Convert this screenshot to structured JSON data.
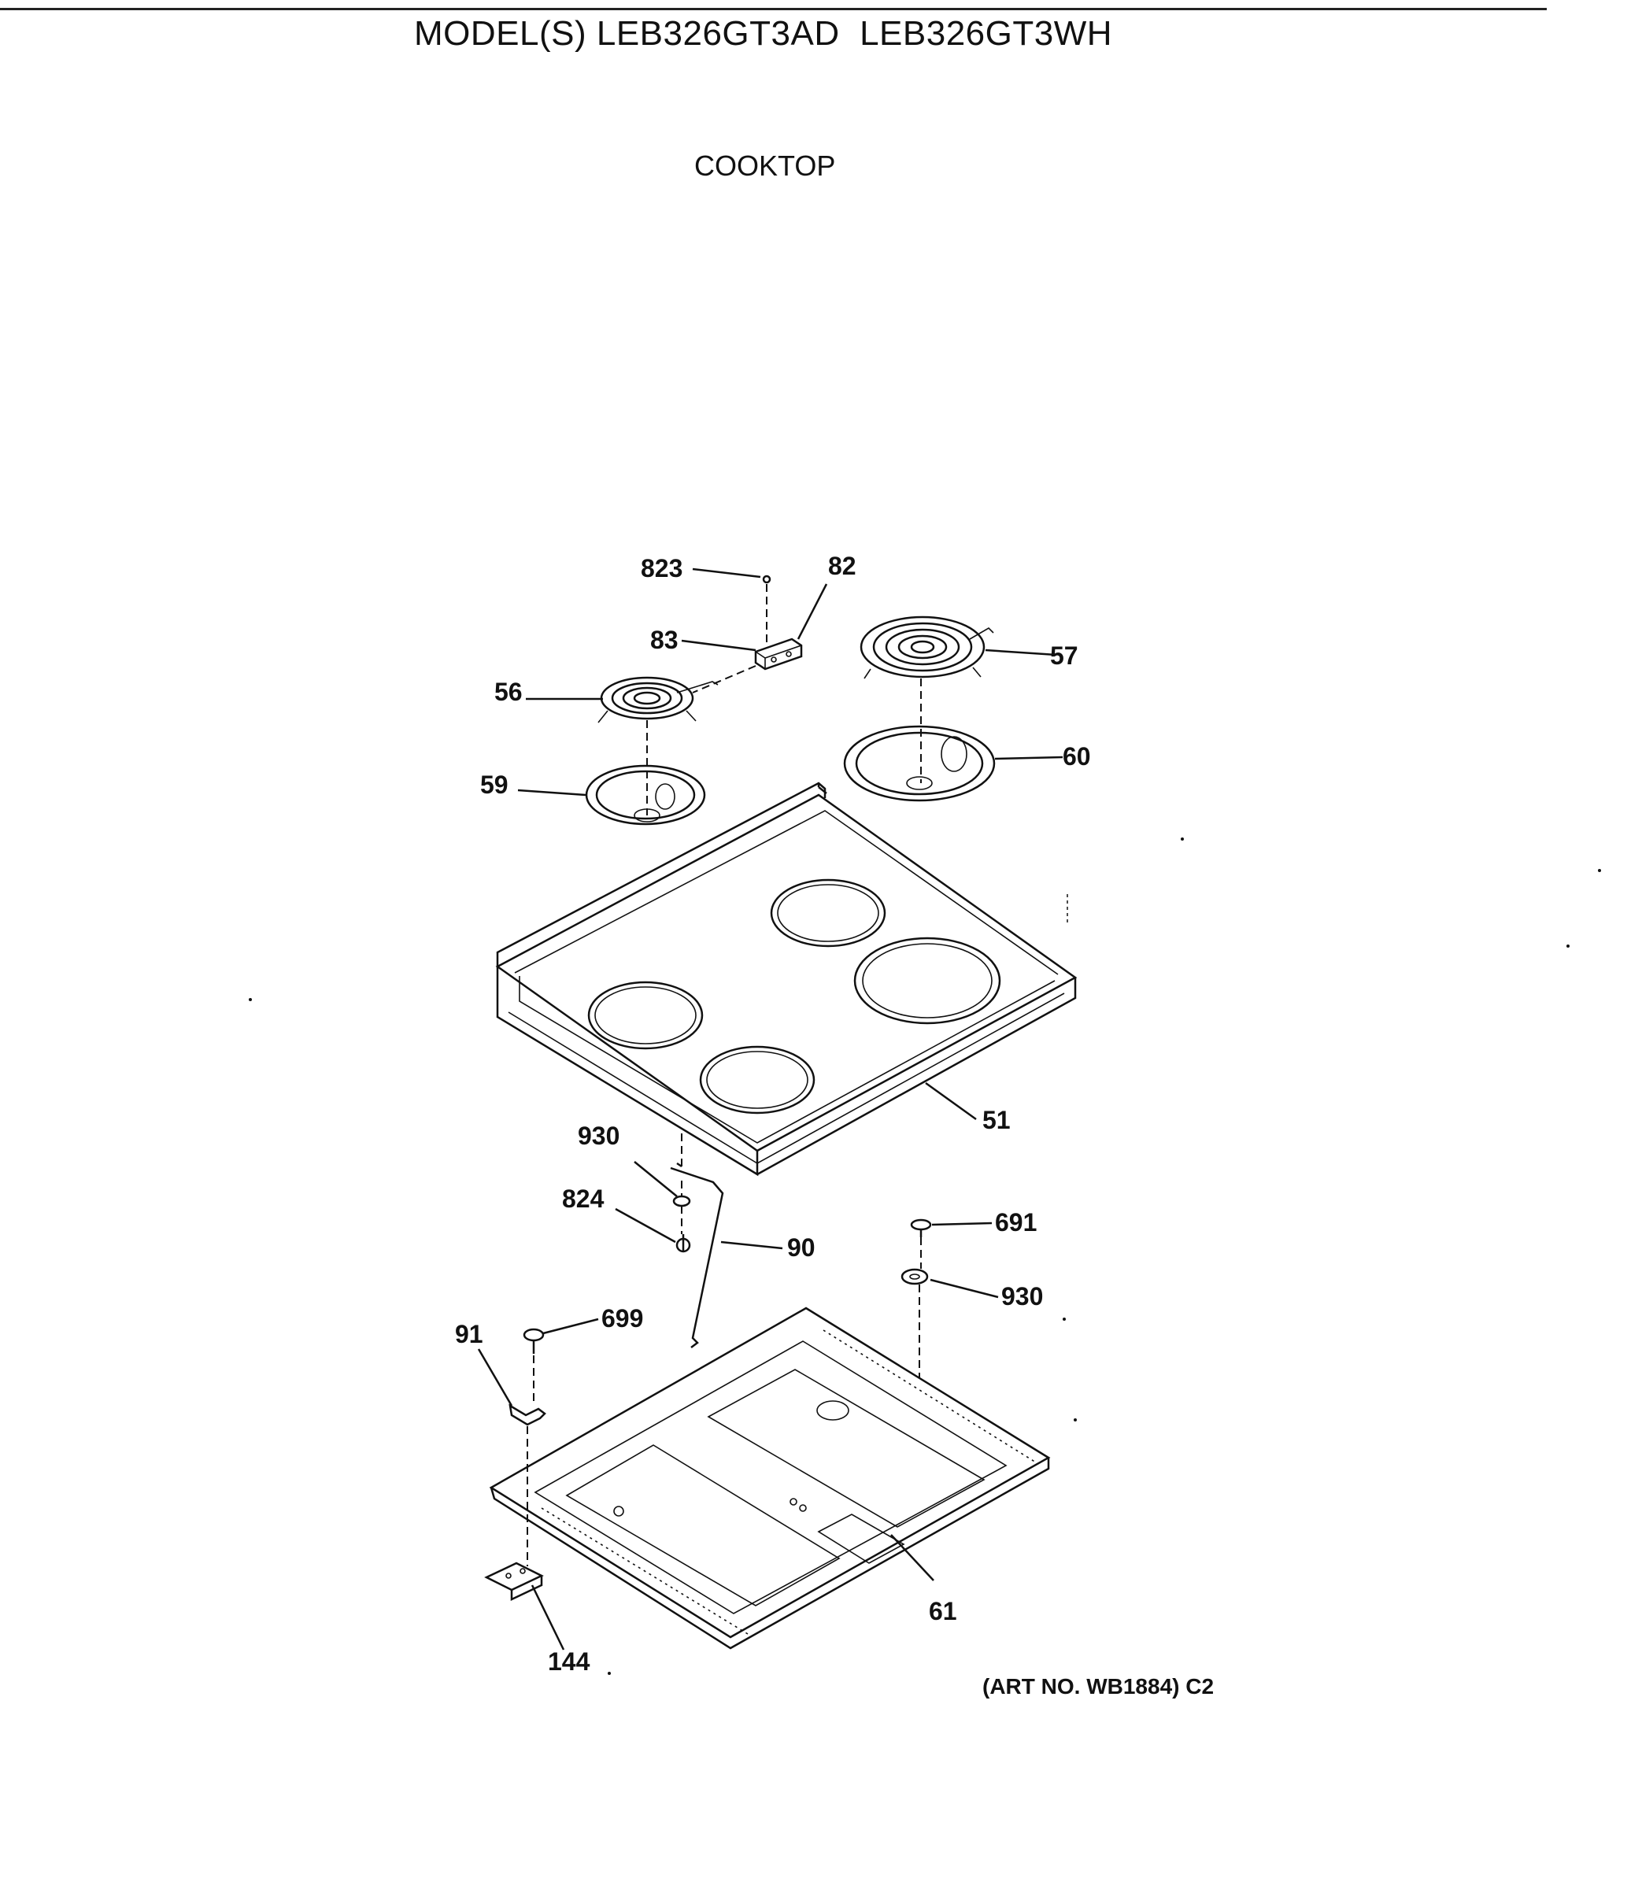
{
  "header": {
    "model_line": "MODEL(S) LEB326GT3AD  LEB326GT3WH",
    "section_title": "COOKTOP"
  },
  "parts": {
    "p823": "823",
    "p82": "82",
    "p83": "83",
    "p57": "57",
    "p56": "56",
    "p60": "60",
    "p59": "59",
    "p51": "51",
    "p930a": "930",
    "p824": "824",
    "p90": "90",
    "p691": "691",
    "p930b": "930",
    "p91": "91",
    "p699": "699",
    "p61": "61",
    "p144": "144"
  },
  "footer": {
    "art_no": "(ART NO. WB1884) C2"
  }
}
